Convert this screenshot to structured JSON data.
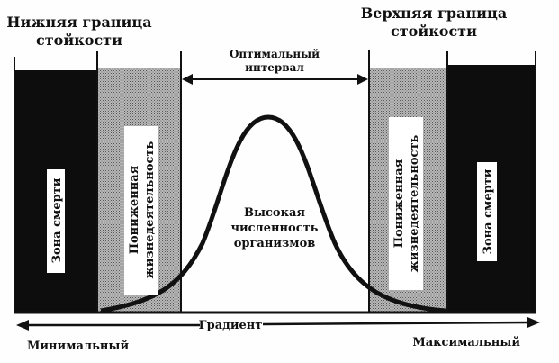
{
  "labels": {
    "lower_limit_line1": "Нижняя граница",
    "lower_limit_line2": "стойкости",
    "upper_limit_line1": "Верхняя граница",
    "upper_limit_line2": "стойкости",
    "optimal_line1": "Оптимальный",
    "optimal_line2": "интервал",
    "death_zone_left": "Зона смерти",
    "death_zone_right": "Зона смерти",
    "reduced_left_line1": "Пониженная",
    "reduced_left_line2": "жизнедеятельность",
    "reduced_right_line1": "Пониженная",
    "reduced_right_line2": "жизнедеятельность",
    "high_line1": "Высокая",
    "high_line2": "численность",
    "high_line3": "организмов",
    "gradient": "Градиент",
    "minimal": "Минимальный",
    "maximal": "Максимальный"
  },
  "colors": {
    "death": "#0d0d0d",
    "reduced": "#9a9a9a",
    "curve": "#111111"
  }
}
